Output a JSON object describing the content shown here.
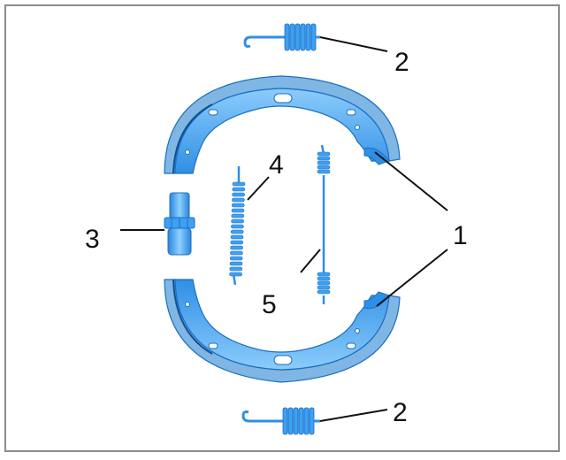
{
  "colors": {
    "part_fill": "#3ea0f2",
    "part_light": "#8cccfb",
    "part_dark": "#1c6fc0",
    "lining": "#7fb6e4",
    "border": "#8c8c8c",
    "text": "#111111"
  },
  "callouts": [
    {
      "id": "upper-spring",
      "label": "2"
    },
    {
      "id": "shoes",
      "label": "1"
    },
    {
      "id": "adjuster",
      "label": "3"
    },
    {
      "id": "adjuster-spring",
      "label": "4"
    },
    {
      "id": "retaining-spring",
      "label": "5"
    },
    {
      "id": "lower-spring",
      "label": "2"
    }
  ]
}
